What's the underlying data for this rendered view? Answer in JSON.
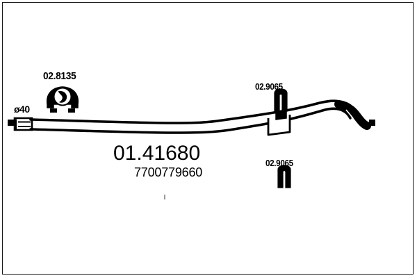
{
  "drawing": {
    "title": "01.41680",
    "oem_reference": "7700779660",
    "diameter_label": "ø40",
    "hanger_part": "02.8135",
    "clamp_part_top": "02.9065",
    "clamp_part_bottom": "02.9065",
    "icons": {
      "hanger": "rubber-hanger-icon",
      "clamp_top": "pipe-clamp-icon",
      "clamp_bottom": "pipe-clamp-icon"
    },
    "colors": {
      "line": "#000000",
      "border": "#1a1a1a",
      "background": "#ffffff"
    }
  }
}
